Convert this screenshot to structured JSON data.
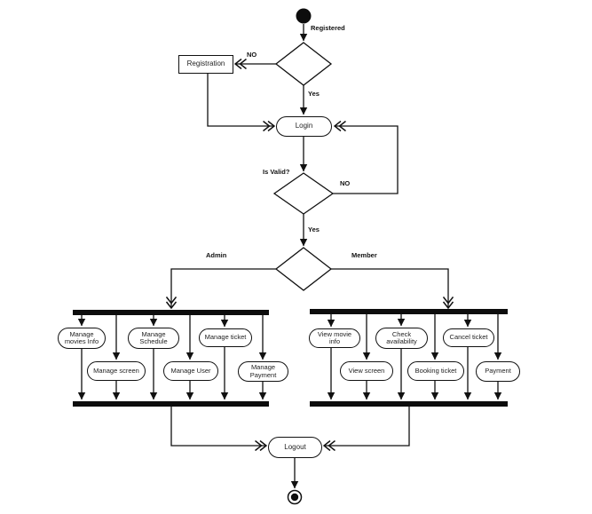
{
  "diagram": {
    "start_label": "Registered",
    "registration_label": "Registration",
    "login_label": "Login",
    "logout_label": "Logout",
    "decision_registered": {
      "no": "NO",
      "yes": "Yes"
    },
    "decision_valid": {
      "question": "Is Valid?",
      "no": "NO",
      "yes": "Yes"
    },
    "decision_role": {
      "left": "Admin",
      "right": "Member"
    },
    "admin_activities": [
      "Manage movies Info",
      "Manage screen",
      "Manage Schedule",
      "Manage User",
      "Manage ticket",
      "Manage Payment"
    ],
    "member_activities": [
      "View movie info",
      "View screen",
      "Check availability",
      "Booking ticket",
      "Cancel ticket",
      "Payment"
    ],
    "line_color": "#111111"
  }
}
